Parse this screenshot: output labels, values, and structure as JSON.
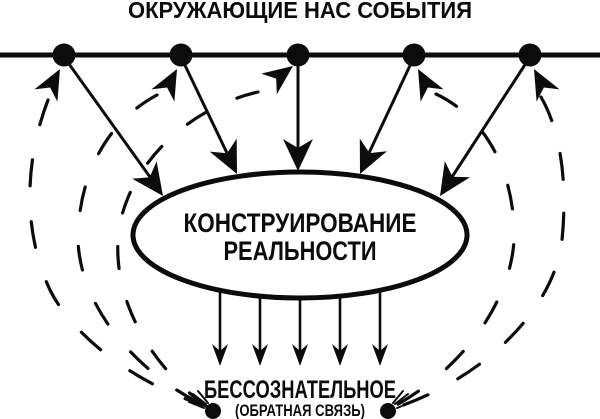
{
  "diagram": {
    "title": "ОКРУЖАЮЩИЕ НАС СОБЫТИЯ",
    "center_node": {
      "line1": "КОНСТРУИРОВАНИЕ",
      "line2": "РЕАЛЬНОСТИ"
    },
    "bottom_node": {
      "label": "БЕССОЗНАТЕЛЬНОЕ",
      "sublabel": "(ОБРАТНАЯ СВЯЗЬ)"
    },
    "structure": {
      "event_dots_count": 5,
      "influence_arrows_count": 5,
      "output_arrows_count": 5,
      "feedback_arcs_left_count": 3,
      "feedback_arcs_right_count": 2,
      "feedback_dots_count": 2
    },
    "colors": {
      "ink": "#0c0c0c",
      "background": "#ffffff"
    }
  }
}
